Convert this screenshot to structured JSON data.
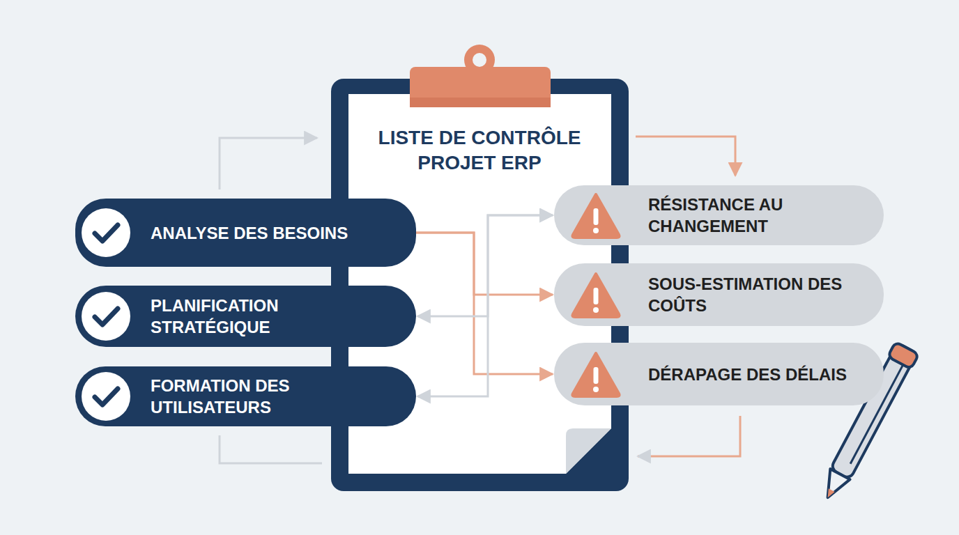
{
  "diagram": {
    "title": "LISTE DE CONTRÔLE PROJET ERP",
    "nodes": [
      {
        "text": [
          "ANALYSE DES BESOINS"
        ]
      },
      {
        "text": [
          "PLANIFICATION STRATÉGIQUE"
        ]
      },
      {
        "text": [
          "FORMATION DES UTILISATEURS"
        ]
      },
      {
        "text": [
          "RÉSISTANCE AU CHANGEMENT"
        ]
      },
      {
        "text": [
          "SOUS-ESTIMATION DES COÛTS"
        ]
      },
      {
        "text": [
          "DÉRAPAGE DES DÉLAIS"
        ]
      }
    ],
    "edges": [
      {
        "from": 0,
        "to": 4,
        "arrow": "to"
      },
      {
        "from": 0,
        "to": 5,
        "arrow": "to"
      },
      {
        "from": 1,
        "to": 3,
        "arrow": "both"
      },
      {
        "from": 2,
        "to": 3,
        "arrow": "both"
      }
    ]
  }
}
